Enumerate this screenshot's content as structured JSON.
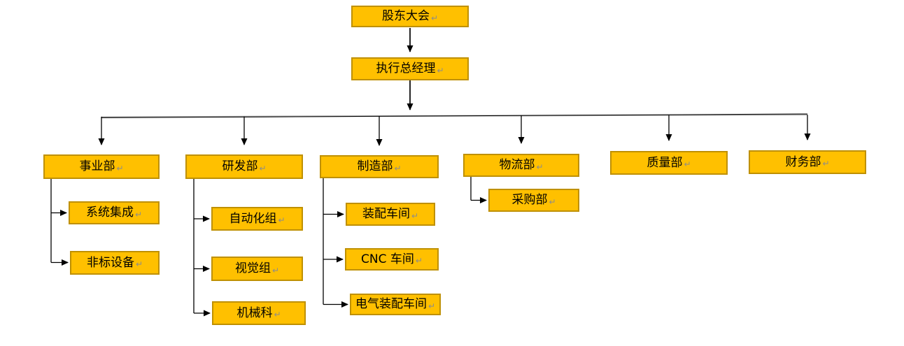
{
  "diagram": {
    "kind": "org-chart",
    "background": "#ffffff"
  },
  "glyphs": {
    "return_mark": "↵"
  },
  "colors": {
    "node_fill": "#FFC000",
    "node_border": "#BF9000",
    "connector": "#000000",
    "spine_secondary": "#9e9e9e",
    "text": "#000000",
    "return_mark": "#8c8c8c",
    "background": "#ffffff"
  },
  "nodes": [
    {
      "id": "shareholders",
      "label": "股东大会"
    },
    {
      "id": "gm",
      "label": "执行总经理"
    },
    {
      "id": "business",
      "label": "事业部"
    },
    {
      "id": "rnd",
      "label": "研发部"
    },
    {
      "id": "mfg",
      "label": "制造部"
    },
    {
      "id": "logistics",
      "label": "物流部"
    },
    {
      "id": "quality",
      "label": "质量部"
    },
    {
      "id": "finance",
      "label": "财务部"
    },
    {
      "id": "sys-integration",
      "label": "系统集成"
    },
    {
      "id": "nonstd-equipment",
      "label": "非标设备"
    },
    {
      "id": "automation",
      "label": "自动化组"
    },
    {
      "id": "vision",
      "label": "视觉组"
    },
    {
      "id": "mechanical",
      "label": "机械科"
    },
    {
      "id": "assembly-shop",
      "label": "装配车间"
    },
    {
      "id": "cnc-shop",
      "label": "CNC 车间"
    },
    {
      "id": "electrical-assembly-shop",
      "label": "电气装配车间"
    },
    {
      "id": "purchasing",
      "label": "采购部"
    }
  ],
  "edges": [
    {
      "from": "shareholders",
      "to": "gm"
    },
    {
      "from": "gm",
      "to": "business"
    },
    {
      "from": "gm",
      "to": "rnd"
    },
    {
      "from": "gm",
      "to": "mfg"
    },
    {
      "from": "gm",
      "to": "logistics"
    },
    {
      "from": "gm",
      "to": "quality"
    },
    {
      "from": "gm",
      "to": "finance"
    },
    {
      "from": "business",
      "to": "sys-integration"
    },
    {
      "from": "business",
      "to": "nonstd-equipment"
    },
    {
      "from": "rnd",
      "to": "automation"
    },
    {
      "from": "rnd",
      "to": "vision"
    },
    {
      "from": "rnd",
      "to": "mechanical"
    },
    {
      "from": "mfg",
      "to": "assembly-shop"
    },
    {
      "from": "mfg",
      "to": "cnc-shop"
    },
    {
      "from": "mfg",
      "to": "electrical-assembly-shop"
    },
    {
      "from": "logistics",
      "to": "purchasing"
    }
  ]
}
